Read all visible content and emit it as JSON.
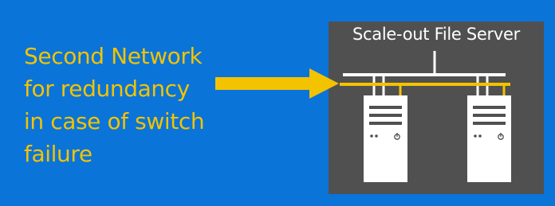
{
  "callout": {
    "lines": [
      "Second Network",
      "for redundancy",
      "in case of switch",
      "failure"
    ],
    "color": "#f3c300"
  },
  "diagram": {
    "title": "Scale-out File Server",
    "background": "#505050",
    "primary_network_color": "#ffffff",
    "secondary_network_color": "#f3c300",
    "servers": [
      {
        "name": "server-left",
        "icon": "power-icon"
      },
      {
        "name": "server-right",
        "icon": "power-icon"
      }
    ]
  },
  "colors": {
    "background": "#0a74d9",
    "accent": "#f3c300",
    "server_body": "#ffffff",
    "server_detail": "#505050"
  }
}
